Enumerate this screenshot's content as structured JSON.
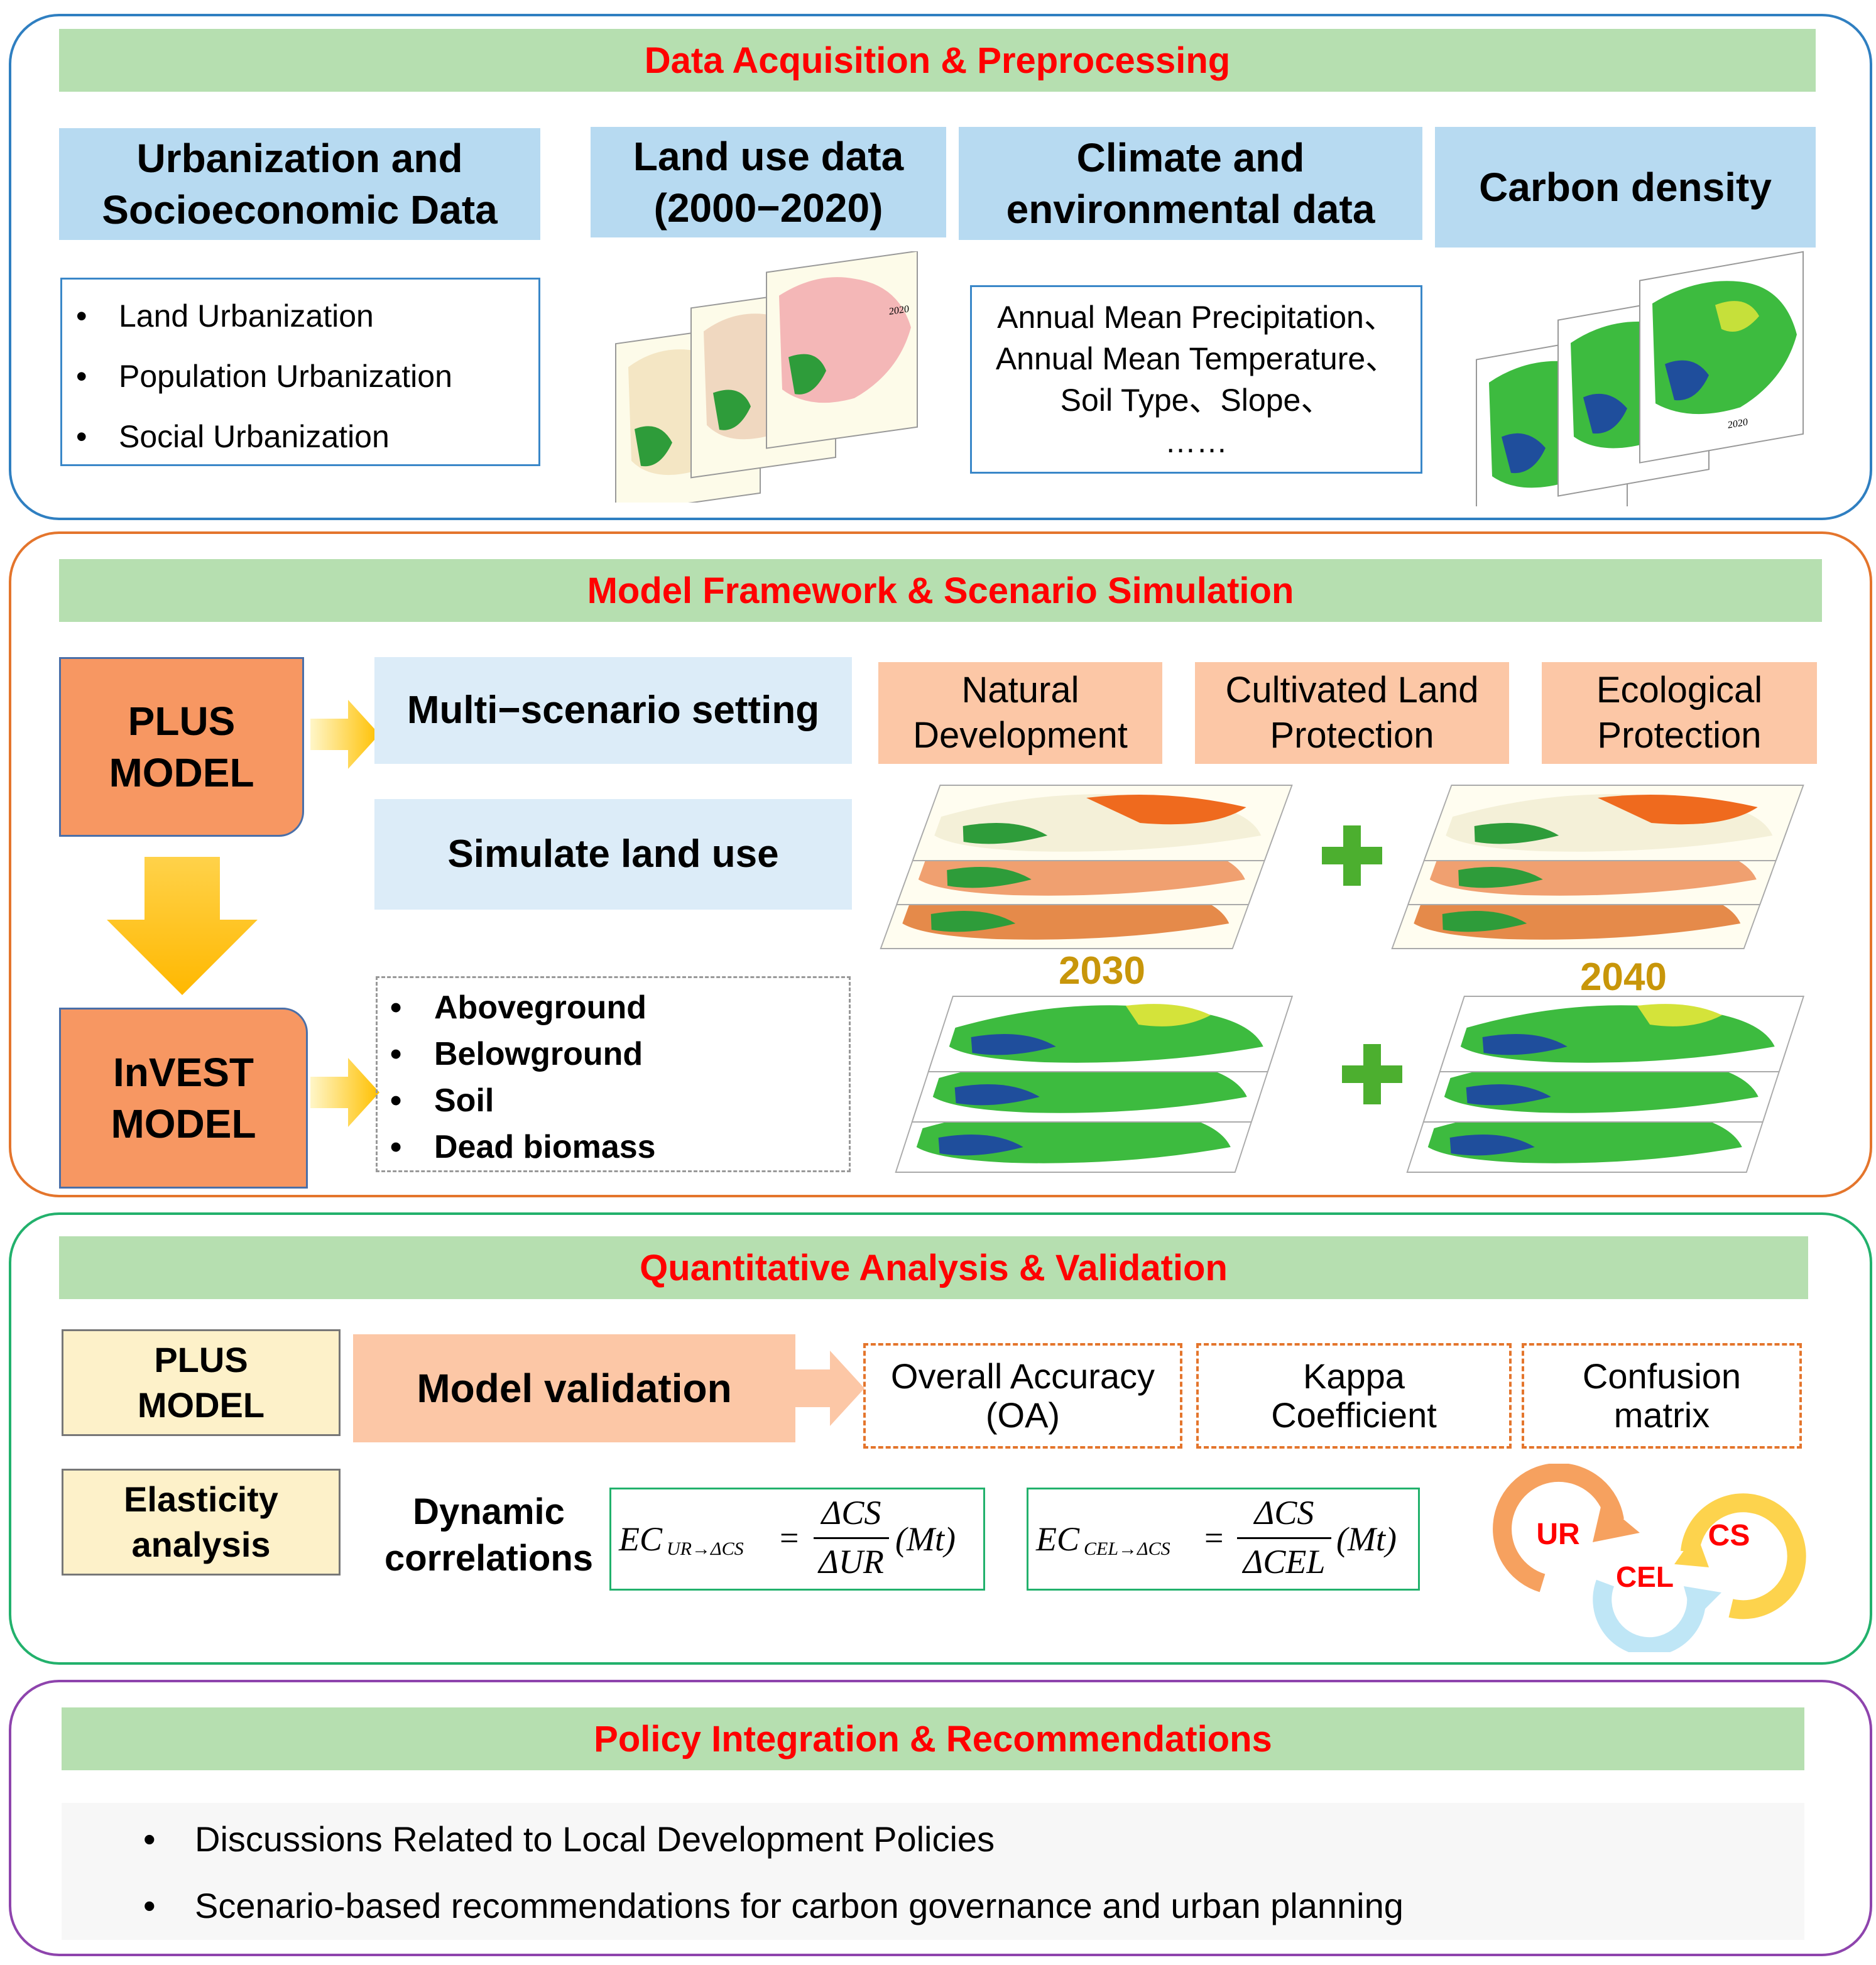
{
  "sections": {
    "data": {
      "title": "Data Acquisition & Preprocessing",
      "urban_header": "Urbanization and\nSocioeconomic Data",
      "urban_items": [
        "Land Urbanization",
        "Population Urbanization",
        "Social Urbanization"
      ],
      "landuse_header": "Land use data\n(2000−2020)",
      "landuse_map_year": "2020",
      "climate_header": "Climate and\nenvironmental data",
      "climate_items": [
        "Annual Mean Precipitation、",
        "Annual Mean Temperature、",
        "Soil Type、Slope、",
        "……"
      ],
      "carbon_header": "Carbon density",
      "carbon_map_year": "2020"
    },
    "model": {
      "title": "Model Framework & Scenario Simulation",
      "plus_model": "PLUS\nMODEL",
      "invest_model": "InVEST\nMODEL",
      "multi_scenario": "Multi−scenario setting",
      "simulate": "Simulate land use",
      "scenarios": [
        "Natural\nDevelopment",
        "Cultivated Land\nProtection",
        "Ecological\nProtection"
      ],
      "carbon_pools": [
        "Aboveground",
        "Belowground",
        "Soil",
        "Dead biomass"
      ],
      "year_2030": "2030",
      "year_2040": "2040"
    },
    "analysis": {
      "title": "Quantitative Analysis & Validation",
      "plus_model": "PLUS\nMODEL",
      "elasticity": "Elasticity\nanalysis",
      "model_validation": "Model validation",
      "metrics": [
        "Overall Accuracy\n(OA)",
        "Kappa\nCoefficient",
        "Confusion\nmatrix"
      ],
      "dynamic": "Dynamic\ncorrelations",
      "formula1": {
        "lhs": "EC",
        "sub": "UR→ΔCS",
        "num": "ΔCS",
        "den": "ΔUR",
        "unit": "(Mt)"
      },
      "formula2": {
        "lhs": "EC",
        "sub": "CEL→ΔCS",
        "num": "ΔCS",
        "den": "ΔCEL",
        "unit": "(Mt)"
      },
      "cycle_labels": [
        "UR",
        "CEL",
        "CS"
      ]
    },
    "policy": {
      "title": "Policy Integration & Recommendations",
      "items": [
        "Discussions Related to Local Development Policies",
        "Scenario-based recommendations for carbon governance and urban planning"
      ]
    }
  },
  "colors": {
    "banner_bg": "#b6dfb0",
    "banner_text": "#ff0000",
    "section1_border": "#2f7fc1",
    "section2_border": "#e4752c",
    "section3_border": "#22b16c",
    "section4_border": "#8e44ad",
    "year_label": "#c8960a"
  }
}
